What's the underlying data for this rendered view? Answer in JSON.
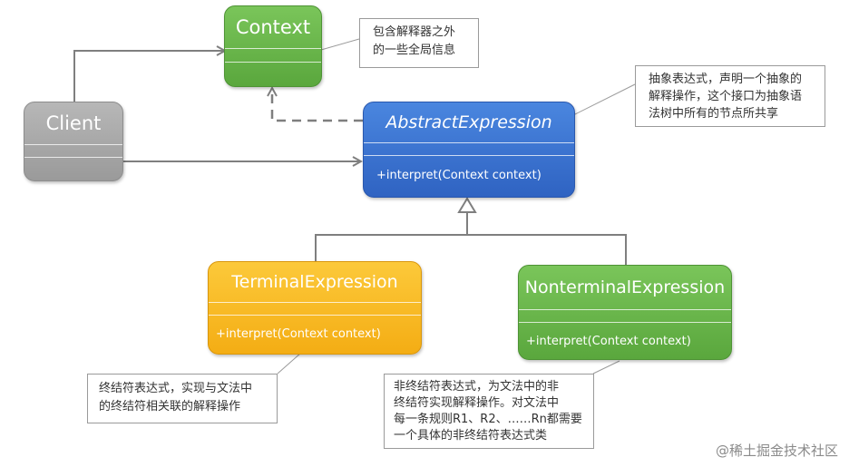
{
  "classes": {
    "context": {
      "name": "Context"
    },
    "client": {
      "name": "Client"
    },
    "abstract": {
      "name": "AbstractExpression",
      "operation": "+interpret(Context context)"
    },
    "terminal": {
      "name": "TerminalExpression",
      "operation": "+interpret(Context context)"
    },
    "nonterminal": {
      "name": "NonterminalExpression",
      "operation": "+interpret(Context context)"
    }
  },
  "notes": {
    "context": [
      "包含解释器之外",
      "的一些全局信息"
    ],
    "abstract": [
      "抽象表达式，声明一个抽象的",
      "解释操作，这个接口为抽象语",
      "法树中所有的节点所共享"
    ],
    "terminal": [
      "终结符表达式，实现与文法中",
      "的终结符相关联的解释操作"
    ],
    "nonterminal": [
      "非终结符表达式，为文法中的非",
      "终结符实现解释操作。对文法中",
      "每一条规则R1、R2、……Rn都需要",
      "一个具体的非终结符表达式类"
    ]
  },
  "watermark": "@稀土掘金技术社区",
  "colors": {
    "context": "#6ab64b",
    "client": "#a8a8a8",
    "abstract": "#3a72d0",
    "terminal": "#f8bb25",
    "nonterminal": "#6ab64b",
    "connector": "#7f7f7f",
    "note_border": "#9a9a9a"
  }
}
